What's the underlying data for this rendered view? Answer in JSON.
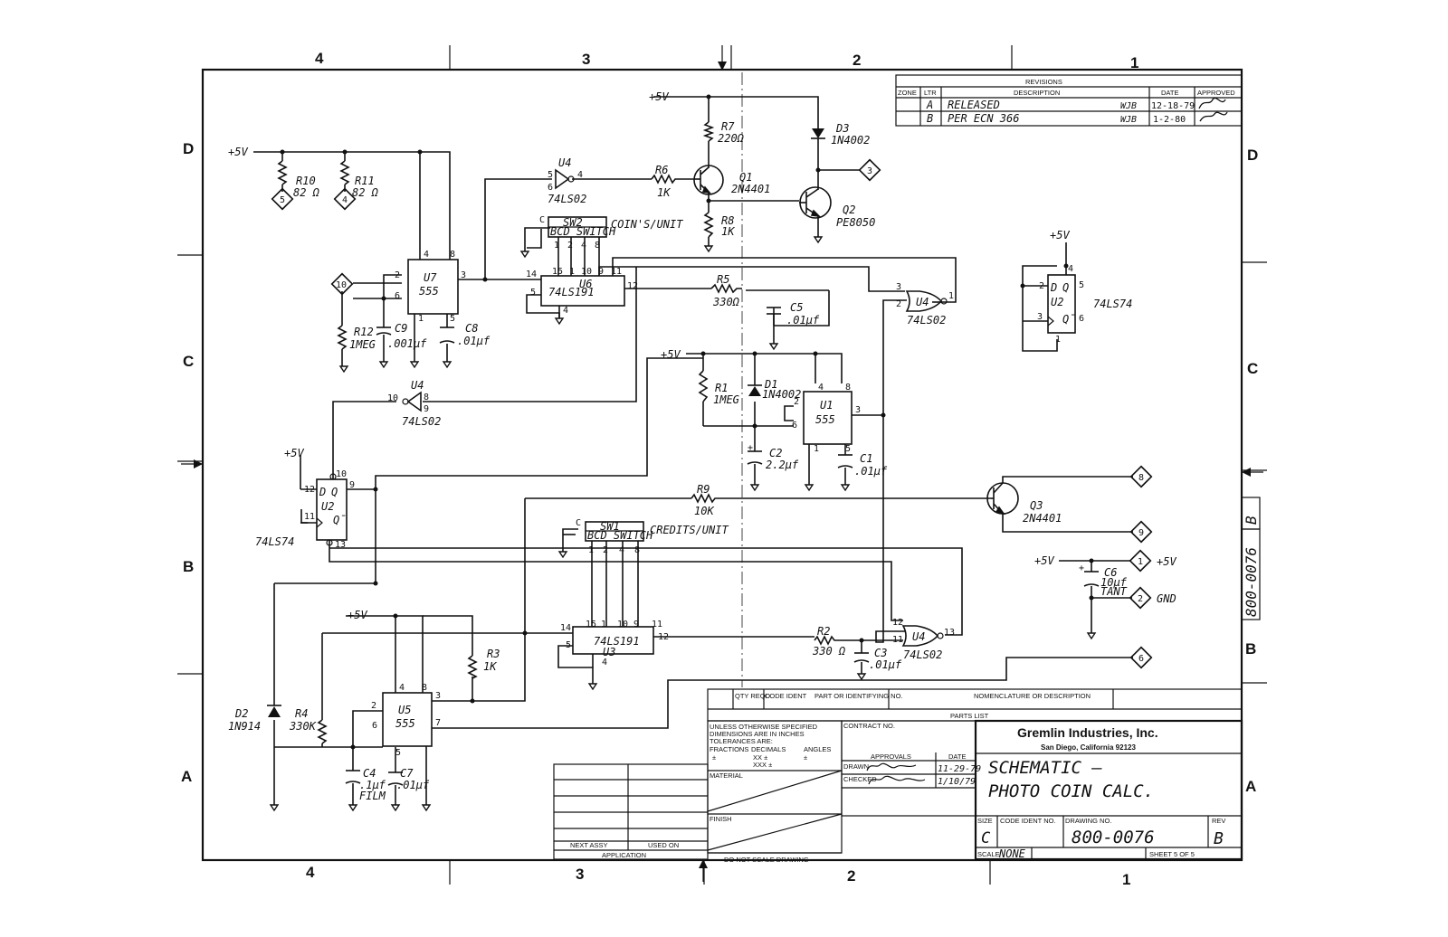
{
  "zones": {
    "columns": [
      "4",
      "3",
      "2",
      "1"
    ],
    "rows": [
      "D",
      "C",
      "B",
      "A"
    ]
  },
  "revisions": {
    "title": "REVISIONS",
    "headers": {
      "zone": "ZONE",
      "ltr": "LTR",
      "description": "DESCRIPTION",
      "date": "DATE",
      "approved": "APPROVED"
    },
    "rows": [
      {
        "ltr": "A",
        "description": "RELEASED",
        "by": "WJB",
        "date": "12-18-79"
      },
      {
        "ltr": "B",
        "description": "PER ECN 366",
        "by": "WJB",
        "date": "1-2-80"
      }
    ]
  },
  "title_block": {
    "company": "Gremlin Industries, Inc.",
    "location": "San Diego, California 92123",
    "title_line1": "SCHEMATIC —",
    "title_line2": "PHOTO COIN CALC.",
    "size_label": "SIZE",
    "size": "C",
    "code_ident_label": "CODE IDENT NO.",
    "drawing_no_label": "DRAWING NO.",
    "drawing_no": "800-0076",
    "rev_label": "REV",
    "rev": "B",
    "scale_label": "SCALE",
    "scale": "NONE",
    "sheet": "SHEET 5 OF 5",
    "contract_label": "CONTRACT NO.",
    "approvals_label": "APPROVALS",
    "date_label": "DATE",
    "drawn_label": "DRAWN",
    "drawn_date": "11-29-79",
    "checked_label": "CHECKED",
    "checked_date": "1/10/79",
    "tolerances": [
      "UNLESS OTHERWISE SPECIFIED",
      "DIMENSIONS ARE IN INCHES",
      "TOLERANCES ARE:"
    ],
    "fractions_label": "FRACTIONS",
    "decimals_label": "DECIMALS",
    "angles_label": "ANGLES",
    "fraction_tol": "±",
    "angle_tol": "±",
    "decimal_tols": [
      "XX ±",
      "XXX ±"
    ],
    "material_label": "MATERIAL",
    "finish_label": "FINISH",
    "do_not_scale": "DO NOT SCALE DRAWING",
    "next_assy": "NEXT ASSY",
    "used_on": "USED ON",
    "application": "APPLICATION",
    "parts_list": "PARTS LIST",
    "parts_headers": [
      "QTY REQD",
      "CODE IDENT",
      "PART OR IDENTIFYING NO.",
      "NOMENCLATURE OR DESCRIPTION"
    ],
    "side_drawing_no": "800-0076",
    "side_rev": "B"
  },
  "components": {
    "r10": {
      "ref": "R10",
      "value": "82 Ω"
    },
    "r11": {
      "ref": "R11",
      "value": "82 Ω"
    },
    "r7": {
      "ref": "R7",
      "value": "220Ω"
    },
    "r6": {
      "ref": "R6",
      "value": "1K"
    },
    "r8": {
      "ref": "R8",
      "value": "1K"
    },
    "r5": {
      "ref": "R5",
      "value": "330Ω"
    },
    "r12": {
      "ref": "R12",
      "value": "1MEG"
    },
    "r1": {
      "ref": "R1",
      "value": "1MEG"
    },
    "r9": {
      "ref": "R9",
      "value": "10K"
    },
    "r3": {
      "ref": "R3",
      "value": "1K"
    },
    "r4": {
      "ref": "R4",
      "value": "330K"
    },
    "r2": {
      "ref": "R2",
      "value": "330 Ω"
    },
    "c9": {
      "ref": "C9",
      "value": ".001µf"
    },
    "c8": {
      "ref": "C8",
      "value": ".01µf"
    },
    "c5": {
      "ref": "C5",
      "value": ".01µf"
    },
    "c2": {
      "ref": "C2",
      "value": "2.2µf"
    },
    "c1": {
      "ref": "C1",
      "value": ".01µf"
    },
    "c6": {
      "ref": "C6",
      "value": "10µf",
      "note": "TANT"
    },
    "c3": {
      "ref": "C3",
      "value": ".01µf"
    },
    "c4": {
      "ref": "C4",
      "value": ".1µf",
      "note": "FILM"
    },
    "c7": {
      "ref": "C7",
      "value": ".01µf"
    },
    "d3": {
      "ref": "D3",
      "value": "1N4002"
    },
    "d1": {
      "ref": "D1",
      "value": "1N4002"
    },
    "d2": {
      "ref": "D2",
      "value": "1N914"
    },
    "q1": {
      "ref": "Q1",
      "value": "2N4401"
    },
    "q2": {
      "ref": "Q2",
      "value": "PE8050"
    },
    "q3": {
      "ref": "Q3",
      "value": "2N4401"
    },
    "u7": {
      "ref": "U7",
      "value": "555"
    },
    "u1": {
      "ref": "U1",
      "value": "555"
    },
    "u5": {
      "ref": "U5",
      "value": "555"
    },
    "u6": {
      "ref": "U6",
      "value": "74LS191"
    },
    "u3": {
      "ref": "U3",
      "value": "74LS191"
    },
    "u2a": {
      "ref": "U2",
      "value": "74LS74"
    },
    "u2b": {
      "ref": "U2",
      "value": "74LS74"
    },
    "u4a": {
      "ref": "U4",
      "value": "74LS02"
    },
    "u4b": {
      "ref": "U4",
      "value": "74LS02"
    },
    "u4c": {
      "ref": "U4",
      "value": "74LS02"
    },
    "u4d": {
      "ref": "U4",
      "value": "74LS02"
    },
    "sw2": {
      "ref": "SW2",
      "value": "BCD SWITCH",
      "note": "COIN'S/UNIT"
    },
    "sw1": {
      "ref": "SW1",
      "value": "BCD SWITCH",
      "note": "CREDITS/UNIT"
    }
  },
  "nets": {
    "vcc": "+5V",
    "gnd_label": "GND",
    "vcc_label": "+5V",
    "connectors": [
      "5",
      "4",
      "3",
      "10",
      "8",
      "9",
      "1",
      "2",
      "6"
    ]
  },
  "pins": {
    "u7": [
      "4",
      "8",
      "2",
      "6",
      "3",
      "1",
      "5"
    ],
    "u6": [
      "15",
      "1",
      "10",
      "9",
      "11",
      "14",
      "12",
      "5",
      "4"
    ],
    "sw": [
      "1",
      "2",
      "4",
      "8"
    ],
    "sw_c": "C",
    "u3": [
      "15",
      "1",
      "10",
      "9",
      "11",
      "14",
      "12",
      "5",
      "4"
    ],
    "u1": [
      "4",
      "8",
      "2",
      "6",
      "3",
      "1",
      "5"
    ],
    "u5": [
      "4",
      "8",
      "2",
      "6",
      "3",
      "5",
      "7"
    ],
    "u2a": [
      "12",
      "11",
      "10",
      "9",
      "13"
    ],
    "u2b": [
      "2",
      "3",
      "4",
      "5",
      "6",
      "1"
    ],
    "u4a": [
      "5",
      "6",
      "4"
    ],
    "u4b": [
      "10",
      "8",
      "9"
    ],
    "u4c": [
      "3",
      "2",
      "1"
    ],
    "u4d": [
      "12",
      "11",
      "13"
    ],
    "ff": [
      "D",
      "Q",
      "Q̄"
    ]
  }
}
